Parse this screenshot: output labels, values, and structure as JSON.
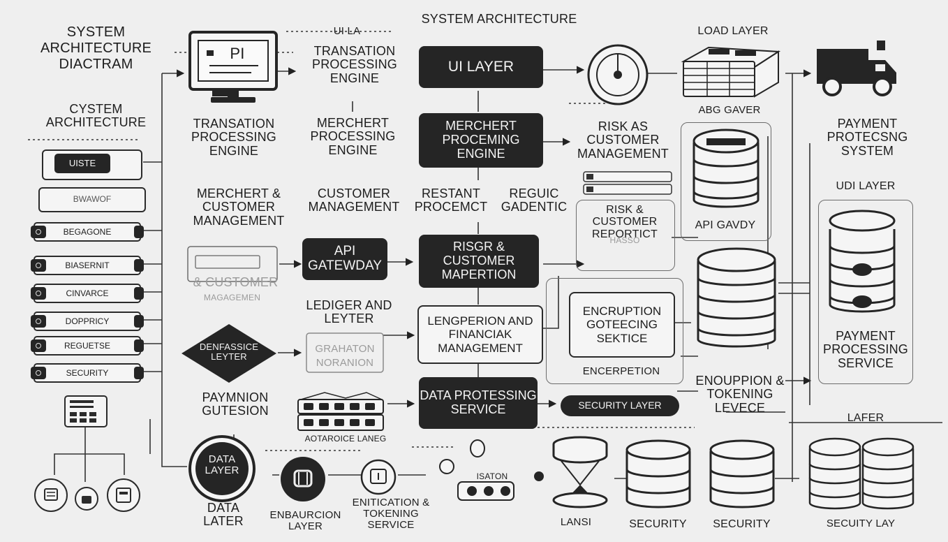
{
  "title": "SYSTEM ARCHITECTURE",
  "left_title": "SYSTEM ARCHITECTURE DIACTRAM",
  "left_subtitle": "CYSTEM ARCHITECTURE",
  "left_items": [
    "UISTE",
    "BWAWOF",
    "BEGAGONE",
    "BIASERNIT",
    "CINVARCE",
    "DOPPRICY",
    "REGUETSE",
    "SECURITY"
  ],
  "col1": {
    "top_engine": "TRANSATION PROCESSING ENGINE",
    "merchant": "MERCHERT & CUSTOMER MANAGEMENT",
    "blurred_customer": "& CUSTOMER",
    "blurred_management": "MAGAGEMEN",
    "diamond": "DENFASSICE LEYTER",
    "payment": "PAYMNION GUTESION",
    "data_circle": "DATA LAYER",
    "data_later": "DATA LATER"
  },
  "col2": {
    "ui_label_top": "UI LA",
    "top_engine": "TRANSATION PROCESSING ENGINE",
    "merchant_engine": "MERCHERT PROCESSING ENGINE",
    "customer": "CUSTOMER MANAGEMENT",
    "restant": "RESTANT PROCEMCT",
    "api_gateway": "API GATEWDAY",
    "ledger": "LEDIGER AND LEYTER",
    "blurred_ghh": "GRAHATON",
    "blurred_ghh2": "NORANION",
    "server_label": "AOTAROICE LANEG",
    "encryption_layer": "ENBAURCION LAYER",
    "enitication": "ENITICATION & TOKENING SERVICE"
  },
  "col3": {
    "ui_layer": "UI LAYER",
    "merchant_engine": "MERCHERT PROCEMING ENGINE",
    "regulatory": "REGUIC GADENTIC",
    "risk_customer": "RISGR & CUSTOMER MAPERTION",
    "ledger_financial": "LENGPERION AND FINANCIAK MANAGEMENT",
    "data_processing": "DATA PROTESSING SERVICE",
    "security_layer": "SECURITY LAYER",
    "misc": "ISATON"
  },
  "col4": {
    "risk_customer": "RISK AS CUSTOMER MANAGEMENT",
    "risk_reporting": "RISK & CUSTOMER REPORTICT",
    "blurred": "HASSO",
    "encryption_box": "ENCRUPTION GOTEECING SEKTICE",
    "encerpetion": "ENCERPETION"
  },
  "col5": {
    "load_layer": "LOAD LAYER",
    "abg_gaver": "ABG GAVER",
    "api_gavdy": "API GAVDY",
    "enouppion": "ENOUPPION & TOKENING LEVECE",
    "lanes": "LANSI",
    "security_a": "SECURITY",
    "security_b": "SECURITY"
  },
  "col6": {
    "payment_system": "PAYMENT PROTECSNG SYSTEM",
    "udi_layer": "UDI LAYER",
    "payment_service": "PAYMENT PROCESSING SERVICE",
    "lafer": "LAFER",
    "security_lay": "SECUITY LAY"
  },
  "monitor_text": "PI",
  "colors": {
    "background": "#efefef",
    "ink": "#252525",
    "light": "#f5f5f5"
  }
}
